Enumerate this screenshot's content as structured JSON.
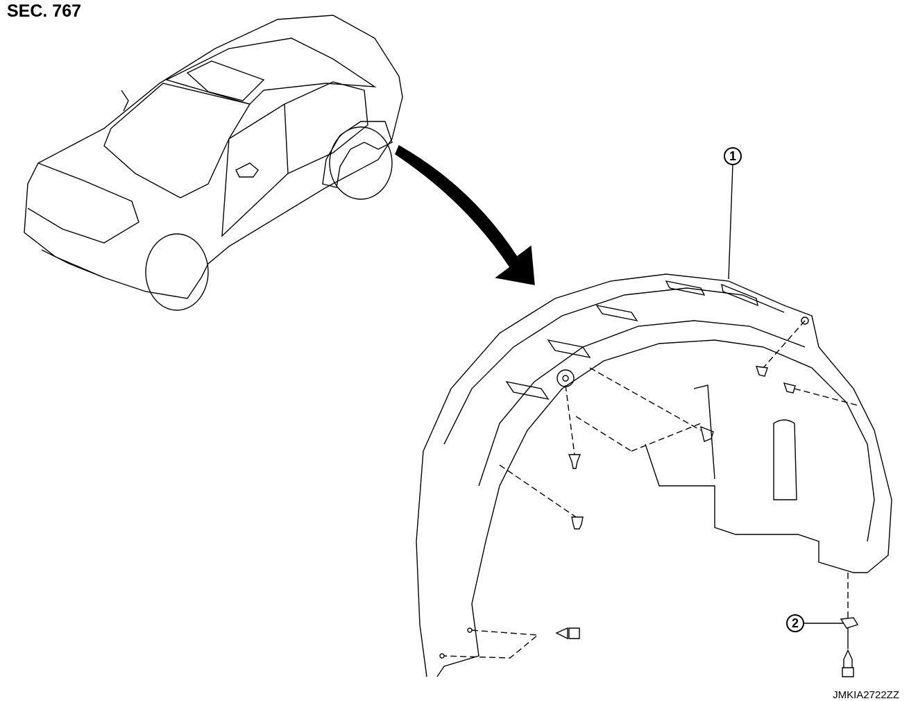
{
  "section_label": "SEC. 767",
  "callouts": [
    "1",
    "2"
  ],
  "figure_code": "JMKIA2722ZZ"
}
